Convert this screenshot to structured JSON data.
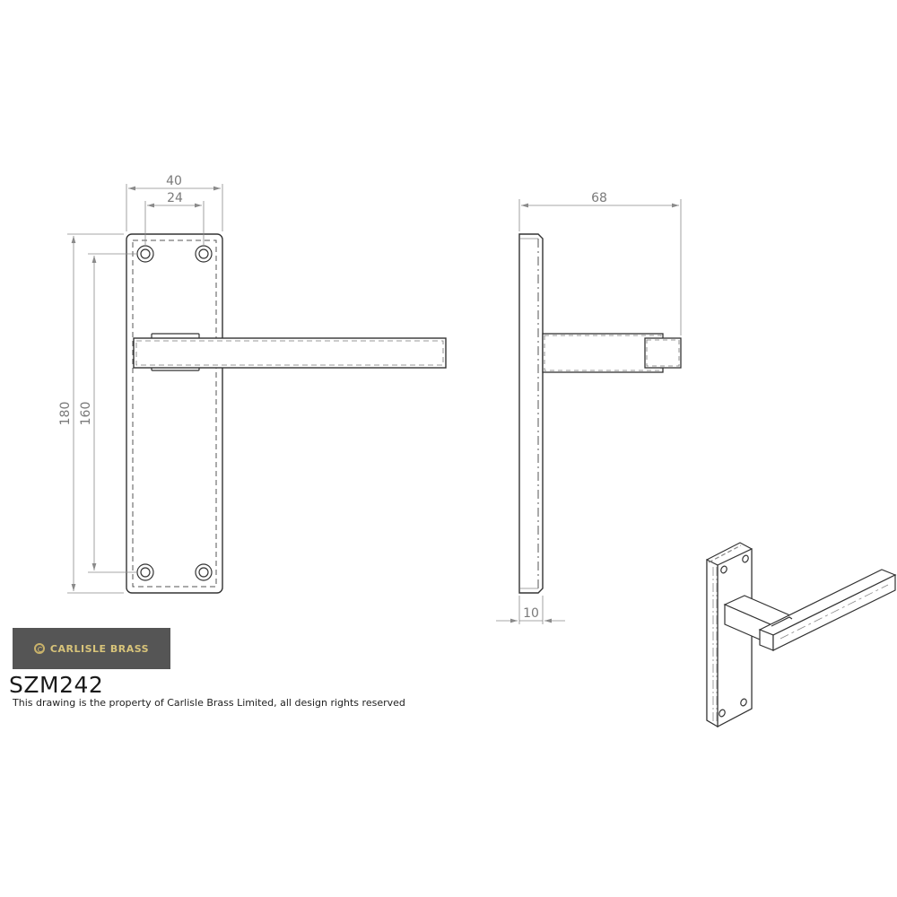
{
  "brand": {
    "name": "CARLISLE BRASS",
    "logo_bg": "#555555",
    "logo_accent": "#c9b26a"
  },
  "product": {
    "code": "SZM242",
    "notice": "This drawing is the property of Carlisle Brass Limited, all design rights reserved"
  },
  "dimensions": {
    "front_view": {
      "backplate_width": "40",
      "fixing_centres_horizontal": "24",
      "backplate_height": "180",
      "fixing_centres_vertical": "160"
    },
    "side_view": {
      "projection": "68",
      "plate_thickness": "10"
    }
  },
  "views": [
    "front-elevation",
    "side-elevation",
    "isometric-view"
  ],
  "line_color": "#333333",
  "dim_color": "#8a8a8a"
}
